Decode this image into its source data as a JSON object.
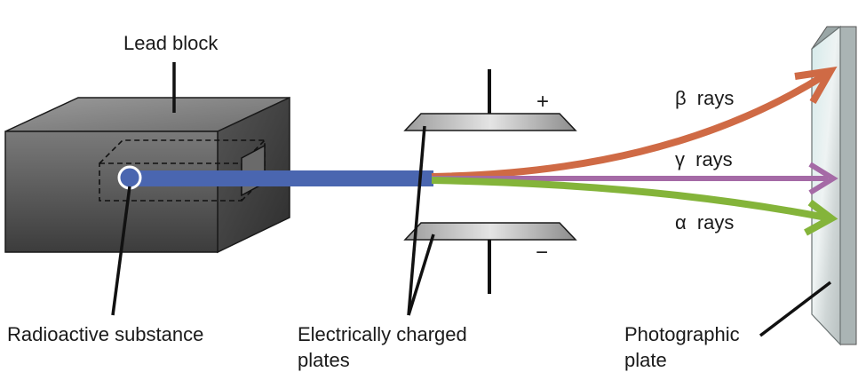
{
  "labels": {
    "lead_block": "Lead block",
    "radioactive_substance": "Radioactive substance",
    "charged_plates_line1": "Electrically charged",
    "charged_plates_line2": "plates",
    "photo_plate_line1": "Photographic",
    "photo_plate_line2": "plate",
    "plus_sign": "+",
    "minus_sign": "−"
  },
  "rays": [
    {
      "symbol": "β",
      "label": "rays",
      "color": "#cf6a45"
    },
    {
      "symbol": "γ",
      "label": "rays",
      "color": "#a56aa6"
    },
    {
      "symbol": "α",
      "label": "rays",
      "color": "#84b43a"
    }
  ],
  "colors": {
    "beam": "#4a66b0",
    "block_front": "#5e5e5e",
    "block_top": "#8a8a8a",
    "block_side": "#4a4a4a",
    "plate": "#bdbdbd",
    "photo_plate": "#dfe6e6"
  }
}
